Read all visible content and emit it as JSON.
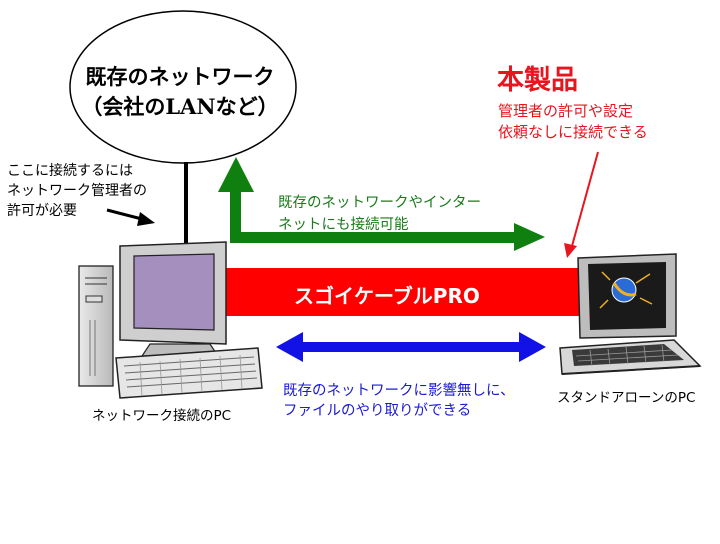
{
  "colors": {
    "cable": "#ff0000",
    "green_arrow": "#0f7f0f",
    "blue_arrow": "#1212e6",
    "product_text": "#e8141e",
    "monitor_screen": "#a48fbf"
  },
  "cloud": {
    "line1": "既存のネットワーク",
    "line2": "（会社のLANなど）"
  },
  "product": {
    "title": "本製品",
    "desc_line1": "管理者の許可や設定",
    "desc_line2": "依頼なしに接続できる"
  },
  "permission_note": {
    "line1": "ここに接続するには",
    "line2": "ネットワーク管理者の",
    "line3": "許可が必要"
  },
  "green_arrow": {
    "line1": "既存のネットワークやインター",
    "line2": "ネットにも接続可能"
  },
  "cable": {
    "label": "スゴイケーブルPRO"
  },
  "blue_arrow": {
    "line1": "既存のネットワークに影響無しに、",
    "line2": "ファイルのやり取りができる"
  },
  "pc": {
    "label": "ネットワーク接続のPC",
    "icon": "desktop-pc-icon"
  },
  "laptop": {
    "label": "スタンドアローンのPC",
    "icon": "laptop-icon"
  }
}
